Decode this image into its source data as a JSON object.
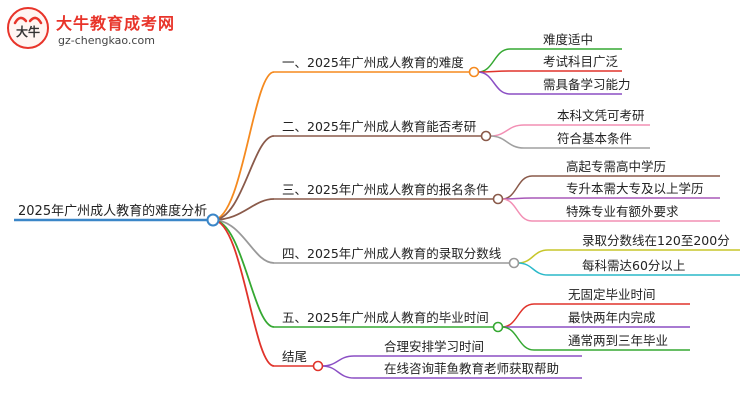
{
  "logo": {
    "title": "大牛教育成考网",
    "url": "gz-chengkao.com",
    "mark_text": "大牛"
  },
  "root": "2025年广州成人教育的难度分析",
  "branches": [
    {
      "label": "一、2025年广州成人教育的难度",
      "color": "#f58a1f",
      "children": [
        {
          "label": "难度适中",
          "color": "#35a832"
        },
        {
          "label": "考试科目广泛",
          "color": "#e0332b"
        },
        {
          "label": "需具备学习能力",
          "color": "#8b4fc4"
        }
      ]
    },
    {
      "label": "二、2025年广州成人教育能否考研",
      "color": "#8a5a4a",
      "children": [
        {
          "label": "本科文凭可考研",
          "color": "#f28fb4"
        },
        {
          "label": "符合基本条件",
          "color": "#a0a0a0"
        }
      ]
    },
    {
      "label": "三、2025年广州成人教育的报名条件",
      "color": "#8a5a4a",
      "children": [
        {
          "label": "高起专需高中学历",
          "color": "#8a5a4a"
        },
        {
          "label": "专升本需大专及以上学历",
          "color": "#a858b8"
        },
        {
          "label": "特殊专业有额外要求",
          "color": "#f28fb4"
        }
      ]
    },
    {
      "label": "四、2025年广州成人教育的录取分数线",
      "color": "#999999",
      "children": [
        {
          "label": "录取分数线在120至200分",
          "color": "#c7c62a"
        },
        {
          "label": "每科需达60分以上",
          "color": "#2ab9c9"
        }
      ]
    },
    {
      "label": "五、2025年广州成人教育的毕业时间",
      "color": "#35a832",
      "children": [
        {
          "label": "无固定毕业时间",
          "color": "#e0332b"
        },
        {
          "label": "最快两年内完成",
          "color": "#8b4fc4"
        },
        {
          "label": "通常两到三年毕业",
          "color": "#35a832"
        }
      ]
    },
    {
      "label": "结尾",
      "color": "#e0332b",
      "children": [
        {
          "label": "合理安排学习时间",
          "color": "#8b4fc4"
        },
        {
          "label": "在线咨询菲鱼教育老师获取帮助",
          "color": "#8b4fc4"
        }
      ]
    }
  ]
}
